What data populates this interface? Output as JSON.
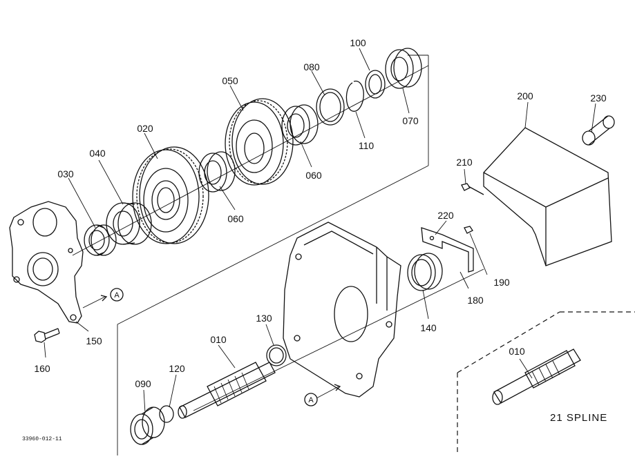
{
  "diagram": {
    "labels": {
      "p010": "010",
      "p010b": "010",
      "p020": "020",
      "p030": "030",
      "p040": "040",
      "p050": "050",
      "p060a": "060",
      "p060b": "060",
      "p070": "070",
      "p080": "080",
      "p090": "090",
      "p100": "100",
      "p110": "110",
      "p120": "120",
      "p130": "130",
      "p140": "140",
      "p150": "150",
      "p160": "160",
      "p180": "180",
      "p190": "190",
      "p200": "200",
      "p210": "210",
      "p220": "220",
      "p230": "230"
    },
    "ref_marker": "A",
    "spline_note": "21 SPLINE",
    "drawing_number": "33960-012-11"
  }
}
